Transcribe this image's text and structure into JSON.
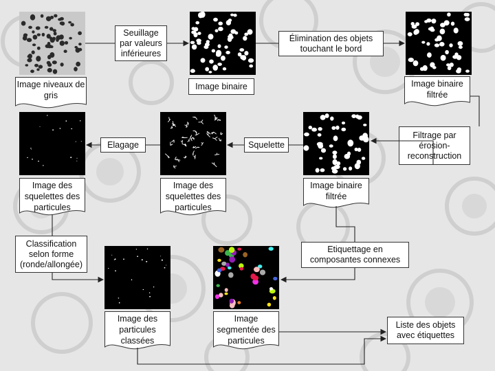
{
  "process_boxes": {
    "threshold": "Seuillage par valeurs inférieures",
    "elimination": "Élimination des objets touchant le bord",
    "binary": "Image binaire",
    "filtering": "Filtrage par érosion-reconstruction",
    "skeleton": "Squelette",
    "pruning": "Elagage",
    "classification": "Classification selon forme (ronde/allongée)",
    "labelling": "Etiquettage en composantes connexes",
    "object_list": "Liste des objets avec étiquettes"
  },
  "documents": {
    "grayscale": "Image niveaux de gris",
    "filtered_binary_1": "Image binaire filtrée",
    "filtered_binary_2": "Image binaire filtrée",
    "skeletons_pruned": "Image des squelettes des particules",
    "skeletons": "Image des squelettes des particules",
    "classified": "Image des particules classées",
    "segmented": "Image segmentée des particules"
  },
  "colors": {
    "background": "#e6e6e6",
    "box_fill": "#ffffff",
    "line": "#333333",
    "image_black": "#000000"
  }
}
